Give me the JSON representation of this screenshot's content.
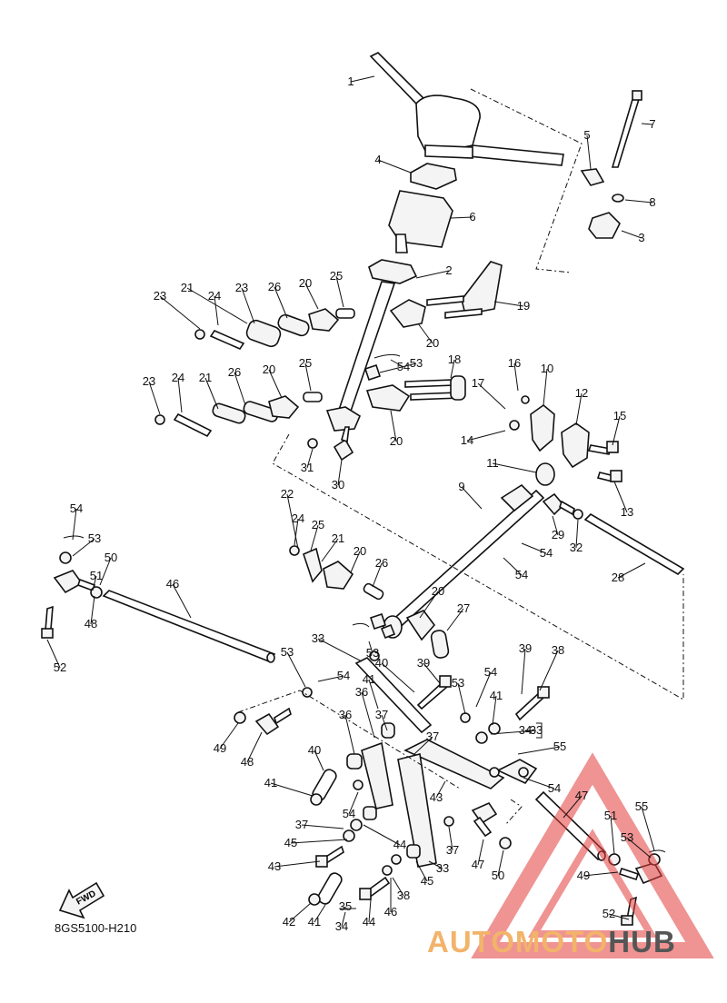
{
  "diagram": {
    "reference_code": "8GS5100-H210",
    "fwd_label": "FWD",
    "watermark": {
      "part_a": "AUTOMOTO",
      "part_b": "HUB",
      "triangle_color": "#e23b3b",
      "text_color_a": "#f2b36a",
      "text_color_b": "#555555"
    },
    "callouts": [
      {
        "t": "1"
      },
      {
        "t": "2"
      },
      {
        "t": "3"
      },
      {
        "t": "4"
      },
      {
        "t": "5"
      },
      {
        "t": "6"
      },
      {
        "t": "7"
      },
      {
        "t": "8"
      },
      {
        "t": "9"
      },
      {
        "t": "10"
      },
      {
        "t": "11"
      },
      {
        "t": "12"
      },
      {
        "t": "13"
      },
      {
        "t": "14"
      },
      {
        "t": "15"
      },
      {
        "t": "16"
      },
      {
        "t": "17"
      },
      {
        "t": "18"
      },
      {
        "t": "19"
      },
      {
        "t": "20"
      },
      {
        "t": "20"
      },
      {
        "t": "20"
      },
      {
        "t": "20"
      },
      {
        "t": "20"
      },
      {
        "t": "20"
      },
      {
        "t": "21"
      },
      {
        "t": "21"
      },
      {
        "t": "21"
      },
      {
        "t": "22"
      },
      {
        "t": "23"
      },
      {
        "t": "23"
      },
      {
        "t": "23"
      },
      {
        "t": "24"
      },
      {
        "t": "24"
      },
      {
        "t": "24"
      },
      {
        "t": "25"
      },
      {
        "t": "25"
      },
      {
        "t": "25"
      },
      {
        "t": "26"
      },
      {
        "t": "26"
      },
      {
        "t": "26"
      },
      {
        "t": "27"
      },
      {
        "t": "28"
      },
      {
        "t": "29"
      },
      {
        "t": "30"
      },
      {
        "t": "31"
      },
      {
        "t": "32"
      },
      {
        "t": "33"
      },
      {
        "t": "33"
      },
      {
        "t": "33"
      },
      {
        "t": "34"
      },
      {
        "t": "34"
      },
      {
        "t": "35"
      },
      {
        "t": "36"
      },
      {
        "t": "36"
      },
      {
        "t": "37"
      },
      {
        "t": "37"
      },
      {
        "t": "37"
      },
      {
        "t": "37"
      },
      {
        "t": "38"
      },
      {
        "t": "38"
      },
      {
        "t": "39"
      },
      {
        "t": "39"
      },
      {
        "t": "40"
      },
      {
        "t": "40"
      },
      {
        "t": "41"
      },
      {
        "t": "41"
      },
      {
        "t": "41"
      },
      {
        "t": "41"
      },
      {
        "t": "42"
      },
      {
        "t": "43"
      },
      {
        "t": "43"
      },
      {
        "t": "44"
      },
      {
        "t": "44"
      },
      {
        "t": "45"
      },
      {
        "t": "45"
      },
      {
        "t": "46"
      },
      {
        "t": "46"
      },
      {
        "t": "47"
      },
      {
        "t": "47"
      },
      {
        "t": "48"
      },
      {
        "t": "48"
      },
      {
        "t": "49"
      },
      {
        "t": "49"
      },
      {
        "t": "50"
      },
      {
        "t": "50"
      },
      {
        "t": "51"
      },
      {
        "t": "51"
      },
      {
        "t": "52"
      },
      {
        "t": "52"
      },
      {
        "t": "53"
      },
      {
        "t": "53"
      },
      {
        "t": "53"
      },
      {
        "t": "53"
      },
      {
        "t": "53"
      },
      {
        "t": "53"
      },
      {
        "t": "54"
      },
      {
        "t": "54"
      },
      {
        "t": "54"
      },
      {
        "t": "54"
      },
      {
        "t": "54"
      },
      {
        "t": "54"
      },
      {
        "t": "54"
      },
      {
        "t": "54"
      },
      {
        "t": "55"
      },
      {
        "t": "55"
      }
    ]
  }
}
